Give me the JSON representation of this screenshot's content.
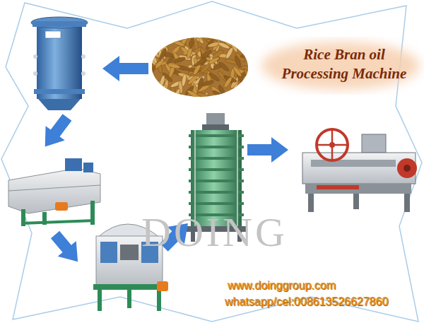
{
  "diagram": {
    "title": "Rice Bran oil Processing Machine",
    "labels": [
      "www.doinggroup.com",
      "whatsapp/cel:008613526627860",
      "DOING"
    ]
  }
}
